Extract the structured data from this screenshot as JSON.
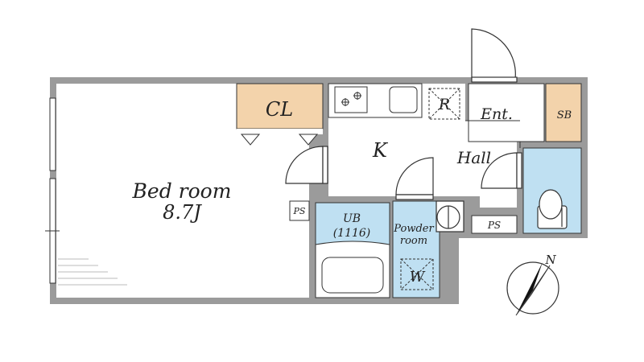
{
  "colors": {
    "wall": "#9b9b9b",
    "floor": "#ffffff",
    "storage": "#f3d3ab",
    "wet": "#bfe0f2",
    "line": "#333333"
  },
  "rooms": {
    "bedroom": "Bed room",
    "bedroom_size": "8.7J",
    "closet": "CL",
    "kitchen": "K",
    "hall": "Hall",
    "entrance": "Ent.",
    "shoe_box": "SB",
    "unit_bath": "UB",
    "unit_bath_size": "(1116)",
    "powder_line1": "Powder",
    "powder_line2": "room",
    "refrigerator": "R",
    "washer": "W",
    "pipe_space_1": "PS",
    "pipe_space_2": "PS"
  },
  "compass": {
    "label": "N",
    "icon": "compass-north-icon"
  },
  "icons": [
    "stove-icon",
    "sink-icon",
    "toilet-icon",
    "basin-icon",
    "bathtub-icon",
    "door-swing-icon",
    "window-icon"
  ]
}
